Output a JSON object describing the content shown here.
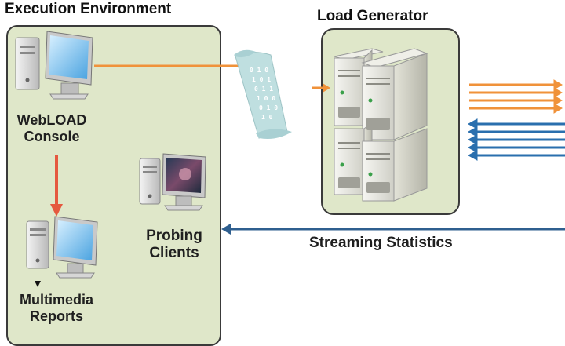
{
  "execution_environment": {
    "title": "Execution Environment",
    "webload_console": {
      "line1": "WebLOAD",
      "line2": "Console"
    },
    "multimedia_reports": {
      "line1": "Multimedia",
      "line2": "Reports"
    },
    "probing_clients": {
      "line1": "Probing",
      "line2": "Clients"
    }
  },
  "load_generator": {
    "title": "Load Generator"
  },
  "streaming_statistics": "Streaming Statistics",
  "colors": {
    "panel_fill": "#dfe7c9",
    "panel_border": "#3a3a3a",
    "orange_arrow": "#f0923a",
    "red_arrow": "#e5593f",
    "blue_arrow": "#2a6fae",
    "streaming_arrow": "#2f5f8f",
    "script_scroll": "#bfdfe0"
  }
}
